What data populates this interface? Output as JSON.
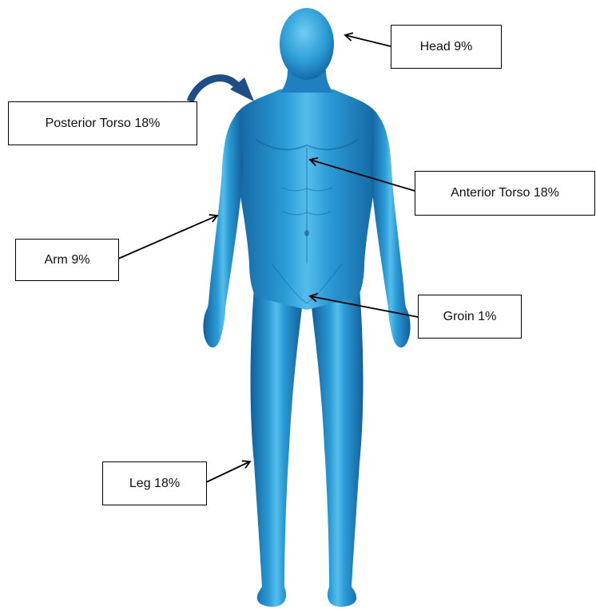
{
  "labels": {
    "head": "Head 9%",
    "posterior_torso": "Posterior Torso 18%",
    "anterior_torso": "Anterior Torso 18%",
    "arm": "Arm 9%",
    "groin": "Groin 1%",
    "leg": "Leg 18%"
  },
  "colors": {
    "body_light": "#5cc3f0",
    "body_mid": "#2796d2",
    "body_dark": "#115f9c",
    "curved_arrow": "#1f4e86",
    "pointer_arrow": "#000000"
  }
}
